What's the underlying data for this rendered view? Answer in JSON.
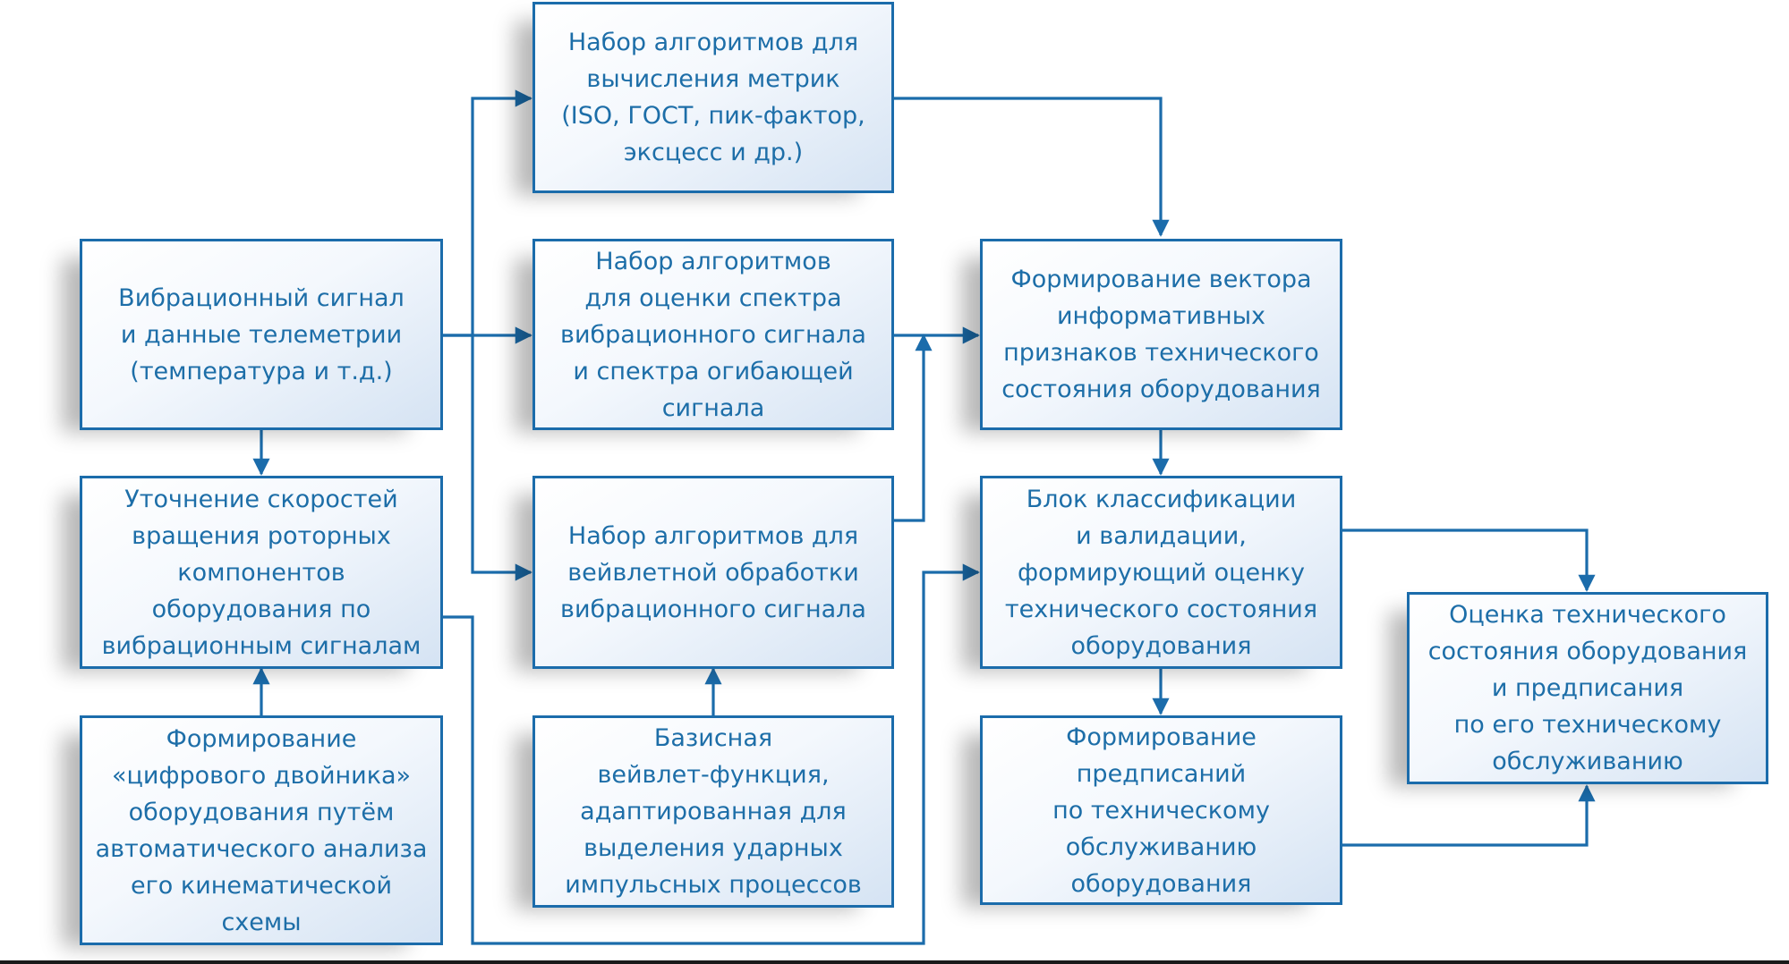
{
  "diagram": {
    "colors": {
      "line": "#1b6cab",
      "text": "#1d6ea8"
    },
    "nodes": {
      "signal": "Вибрационный сигнал\nи данные телеметрии\n(температура и т.д.)",
      "speeds": "Уточнение скоростей\nвращения роторных\nкомпонентов\nоборудования по\nвибрационным сигналам",
      "twin": "Формирование\n«цифрового двойника»\nоборудования путём\nавтоматического анализа\nего кинематической\nсхемы",
      "metrics": "Набор алгоритмов для\nвычисления метрик\n(ISO, ГОСТ, пик-фактор,\nэксцесс и др.)",
      "spectrum": "Набор алгоритмов\nдля оценки спектра\nвибрационного сигнала\nи спектра огибающей\nсигнала",
      "wavelet": "Набор алгоритмов для\nвейвлетной обработки\nвибрационного сигнала",
      "basis": "Базисная\nвейвлет-функция,\nадаптированная для\nвыделения ударных\nимпульсных процессов",
      "vector": "Формирование вектора\nинформативных\nпризнаков технического\nсостояния оборудования",
      "classify": "Блок классификации\nи валидации,\nформирующий оценку\nтехнического состояния\nоборудования",
      "prescriptions": "Формирование\nпредписаний\nпо техническому\nобслуживанию\nоборудования",
      "assessment": "Оценка технического\nсостояния оборудования\nи предписания\nпо его техническому\nобслуживанию"
    }
  }
}
